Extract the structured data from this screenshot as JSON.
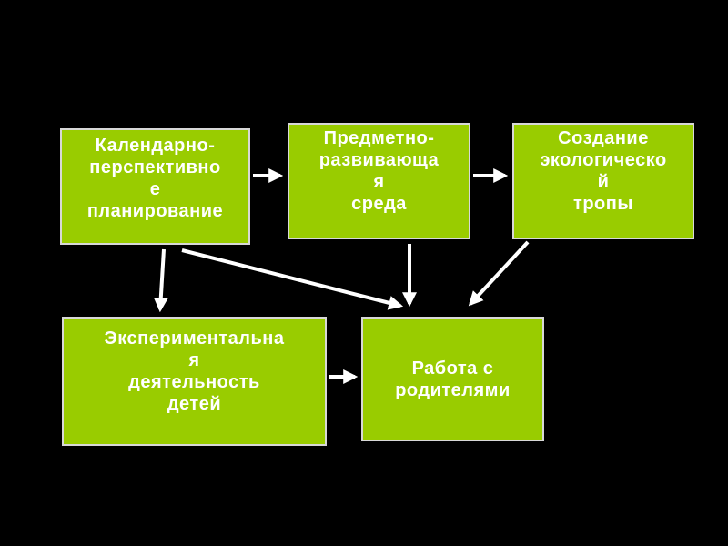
{
  "diagram": {
    "background_color": "#000000",
    "node_fill_color": "#99cc00",
    "node_border_color": "#d8d8d8",
    "node_text_color": "#ffffff",
    "edge_color": "#ffffff",
    "nodes": {
      "calendar": {
        "lines": [
          "Календарно-",
          "перспективно",
          "е",
          "планирование"
        ]
      },
      "environment": {
        "lines": [
          "Предметно-",
          "развивающа",
          "я",
          "среда"
        ]
      },
      "trail": {
        "lines": [
          "Создание",
          "экологическо",
          "й",
          "тропы"
        ]
      },
      "experiment": {
        "lines": [
          "Экспериментальна",
          "я",
          "деятельность",
          "детей"
        ]
      },
      "parents": {
        "lines": [
          "Работа с",
          "родителями"
        ]
      }
    },
    "edges": [
      {
        "from": "calendar",
        "to": "environment"
      },
      {
        "from": "environment",
        "to": "trail"
      },
      {
        "from": "calendar",
        "to": "experiment"
      },
      {
        "from": "calendar",
        "to": "parents"
      },
      {
        "from": "environment",
        "to": "parents"
      },
      {
        "from": "trail",
        "to": "parents"
      },
      {
        "from": "experiment",
        "to": "parents"
      }
    ]
  }
}
